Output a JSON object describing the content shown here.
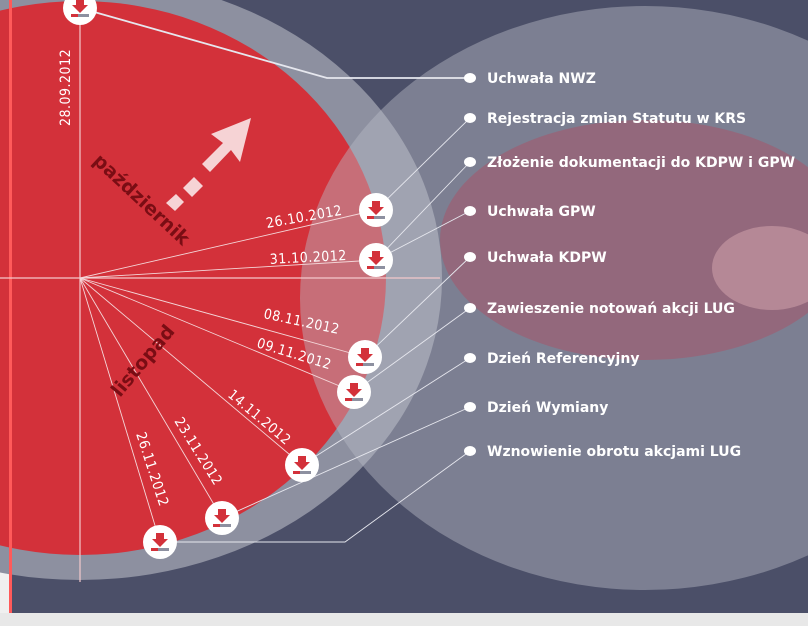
{
  "months": {
    "october": "październik",
    "november": "listopad"
  },
  "start_date": "28.09.2012",
  "events": [
    {
      "label": "Uchwała NWZ",
      "date": "28.09.2012"
    },
    {
      "label": "Rejestracja zmian Statutu w KRS",
      "date": "26.10.2012"
    },
    {
      "label": "Złożenie dokumentacji do KDPW i GPW",
      "date": "31.10.2012"
    },
    {
      "label": "Uchwała GPW",
      "date": "31.10.2012"
    },
    {
      "label": "Uchwała KDPW",
      "date": "08.11.2012"
    },
    {
      "label": "Zawieszenie notowań akcji LUG",
      "date": "09.11.2012"
    },
    {
      "label": "Dzień Referencyjny",
      "date": "14.11.2012"
    },
    {
      "label": "Dzień Wymiany",
      "date": "23.11.2012"
    },
    {
      "label": "Wznowienie obrotu akcjami LUG",
      "date": "26.11.2012"
    }
  ],
  "dates": [
    "26.10.2012",
    "31.10.2012",
    "08.11.2012",
    "09.11.2012",
    "14.11.2012",
    "23.11.2012",
    "26.11.2012"
  ],
  "colors": {
    "background": "#4b4f68",
    "red": "#d3313a",
    "grey": "#8d90a0",
    "pink": "#9c6b7c"
  }
}
